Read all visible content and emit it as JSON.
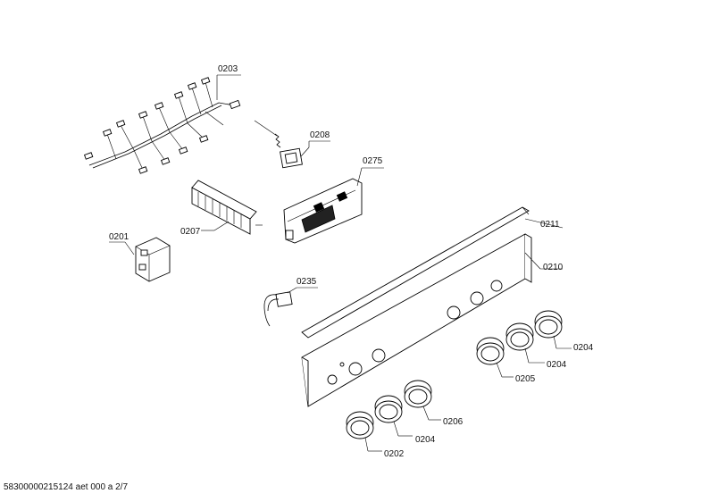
{
  "footer": "58300000215124 aet 000 a 2/7",
  "parts": {
    "p0203": "0203",
    "p0208": "0208",
    "p0275": "0275",
    "p0207": "0207",
    "p0201": "0201",
    "p0211": "0211",
    "p0210": "0210",
    "p0235": "0235",
    "p0204a": "0204",
    "p0204b": "0204",
    "p0205": "0205",
    "p0206": "0206",
    "p0204c": "0204",
    "p0202": "0202"
  }
}
